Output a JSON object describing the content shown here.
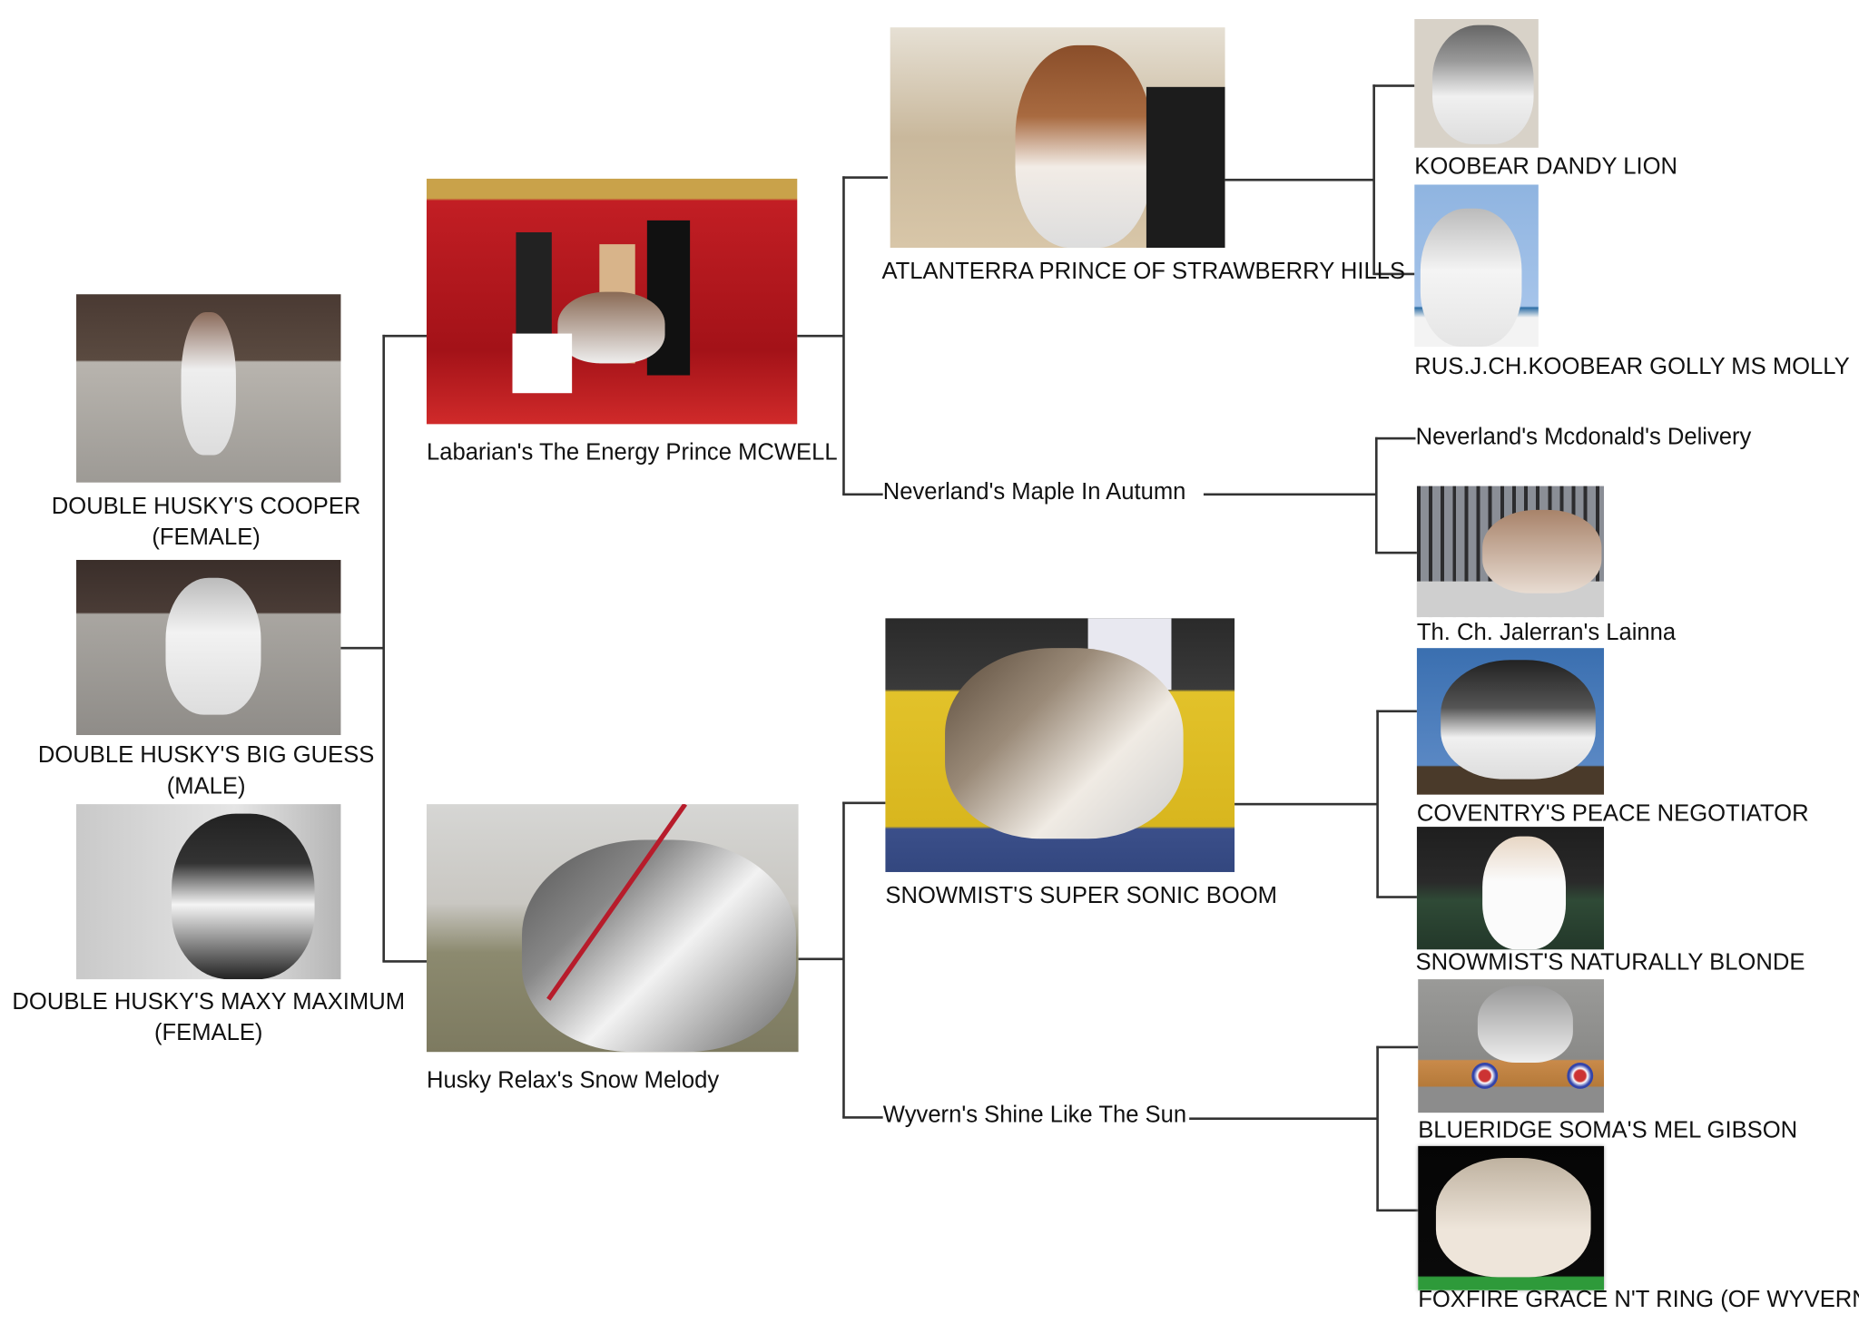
{
  "title": "Husky pedigree chart",
  "offspring": [
    {
      "name": "DOUBLE HUSKY'S COOPER",
      "sex": "(FEMALE)",
      "photo": "husky-puppy-photo"
    },
    {
      "name": "DOUBLE HUSKY'S BIG GUESS",
      "sex": "(MALE)",
      "photo": "husky-puppy-photo"
    },
    {
      "name": "DOUBLE HUSKY'S MAXY MAXIMUM",
      "sex": "(FEMALE)",
      "photo": "husky-puppy-photo"
    }
  ],
  "parents": {
    "sire": {
      "name": "Labarian's The Energy Prince MCWELL",
      "photo": "dog-show-photo"
    },
    "dam": {
      "name": "Husky Relax's Snow Melody",
      "photo": "husky-on-leash-photo"
    }
  },
  "grandparents": {
    "sire_sire": {
      "name": "ATLANTERRA PRINCE OF STRAWBERRY HILLS",
      "photo": "husky-beach-photo"
    },
    "sire_dam": {
      "name": "Neverland's Maple In Autumn"
    },
    "dam_sire": {
      "name": "SNOWMIST'S SUPER SONIC BOOM",
      "photo": "husky-show-ring-photo"
    },
    "dam_dam": {
      "name": "Wyvern's Shine Like The Sun"
    }
  },
  "great_grandparents": [
    {
      "name": "KOOBEAR DANDY LION",
      "photo": "husky-portrait-photo"
    },
    {
      "name": "RUS.J.CH.KOOBEAR GOLLY MS MOLLY",
      "photo": "husky-portrait-photo"
    },
    {
      "name": "Neverland's Mcdonald's Delivery"
    },
    {
      "name": "Th. Ch. Jalerran's Lainna",
      "photo": "husky-lying-photo"
    },
    {
      "name": "COVENTRY'S PEACE NEGOTIATOR",
      "photo": "husky-stacked-photo"
    },
    {
      "name": "SNOWMIST'S NATURALLY BLONDE",
      "photo": "white-husky-photo"
    },
    {
      "name": "BLUERIDGE SOMA'S MEL GIBSON",
      "photo": "husky-ribbons-photo"
    },
    {
      "name": "FOXFIRE GRACE N'T RING (OF WYVERN)",
      "photo": "husky-black-bg-photo"
    }
  ]
}
